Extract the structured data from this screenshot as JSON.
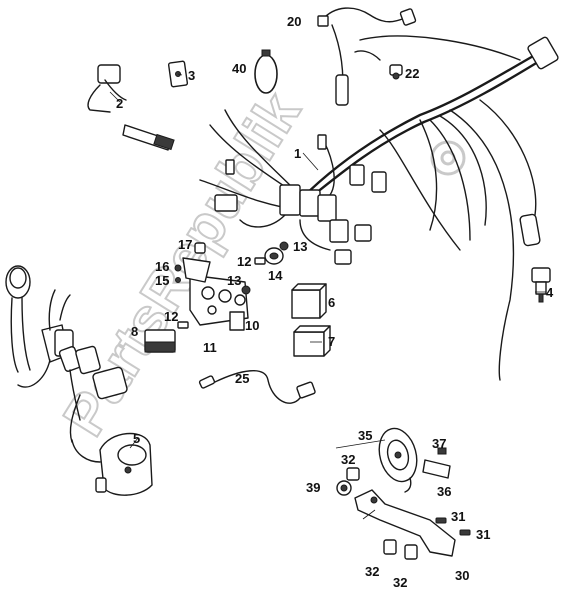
{
  "watermark": "PartsRepublik",
  "callouts": [
    {
      "id": "c1",
      "text": "1"
    },
    {
      "id": "c2",
      "text": "2"
    },
    {
      "id": "c3",
      "text": "3"
    },
    {
      "id": "c4",
      "text": "4"
    },
    {
      "id": "c5",
      "text": "5"
    },
    {
      "id": "c6",
      "text": "6"
    },
    {
      "id": "c7",
      "text": "7"
    },
    {
      "id": "c8",
      "text": "8"
    },
    {
      "id": "c10",
      "text": "10"
    },
    {
      "id": "c11",
      "text": "11"
    },
    {
      "id": "c12a",
      "text": "12"
    },
    {
      "id": "c12b",
      "text": "12"
    },
    {
      "id": "c13a",
      "text": "13"
    },
    {
      "id": "c13b",
      "text": "13"
    },
    {
      "id": "c14",
      "text": "14"
    },
    {
      "id": "c15",
      "text": "15"
    },
    {
      "id": "c16",
      "text": "16"
    },
    {
      "id": "c17",
      "text": "17"
    },
    {
      "id": "c20",
      "text": "20"
    },
    {
      "id": "c22",
      "text": "22"
    },
    {
      "id": "c25",
      "text": "25"
    },
    {
      "id": "c30",
      "text": "30"
    },
    {
      "id": "c31a",
      "text": "31"
    },
    {
      "id": "c31b",
      "text": "31"
    },
    {
      "id": "c32a",
      "text": "32"
    },
    {
      "id": "c32b",
      "text": "32"
    },
    {
      "id": "c32c",
      "text": "32"
    },
    {
      "id": "c35",
      "text": "35"
    },
    {
      "id": "c36",
      "text": "36"
    },
    {
      "id": "c37",
      "text": "37"
    },
    {
      "id": "c39",
      "text": "39"
    },
    {
      "id": "c40",
      "text": "40"
    }
  ]
}
